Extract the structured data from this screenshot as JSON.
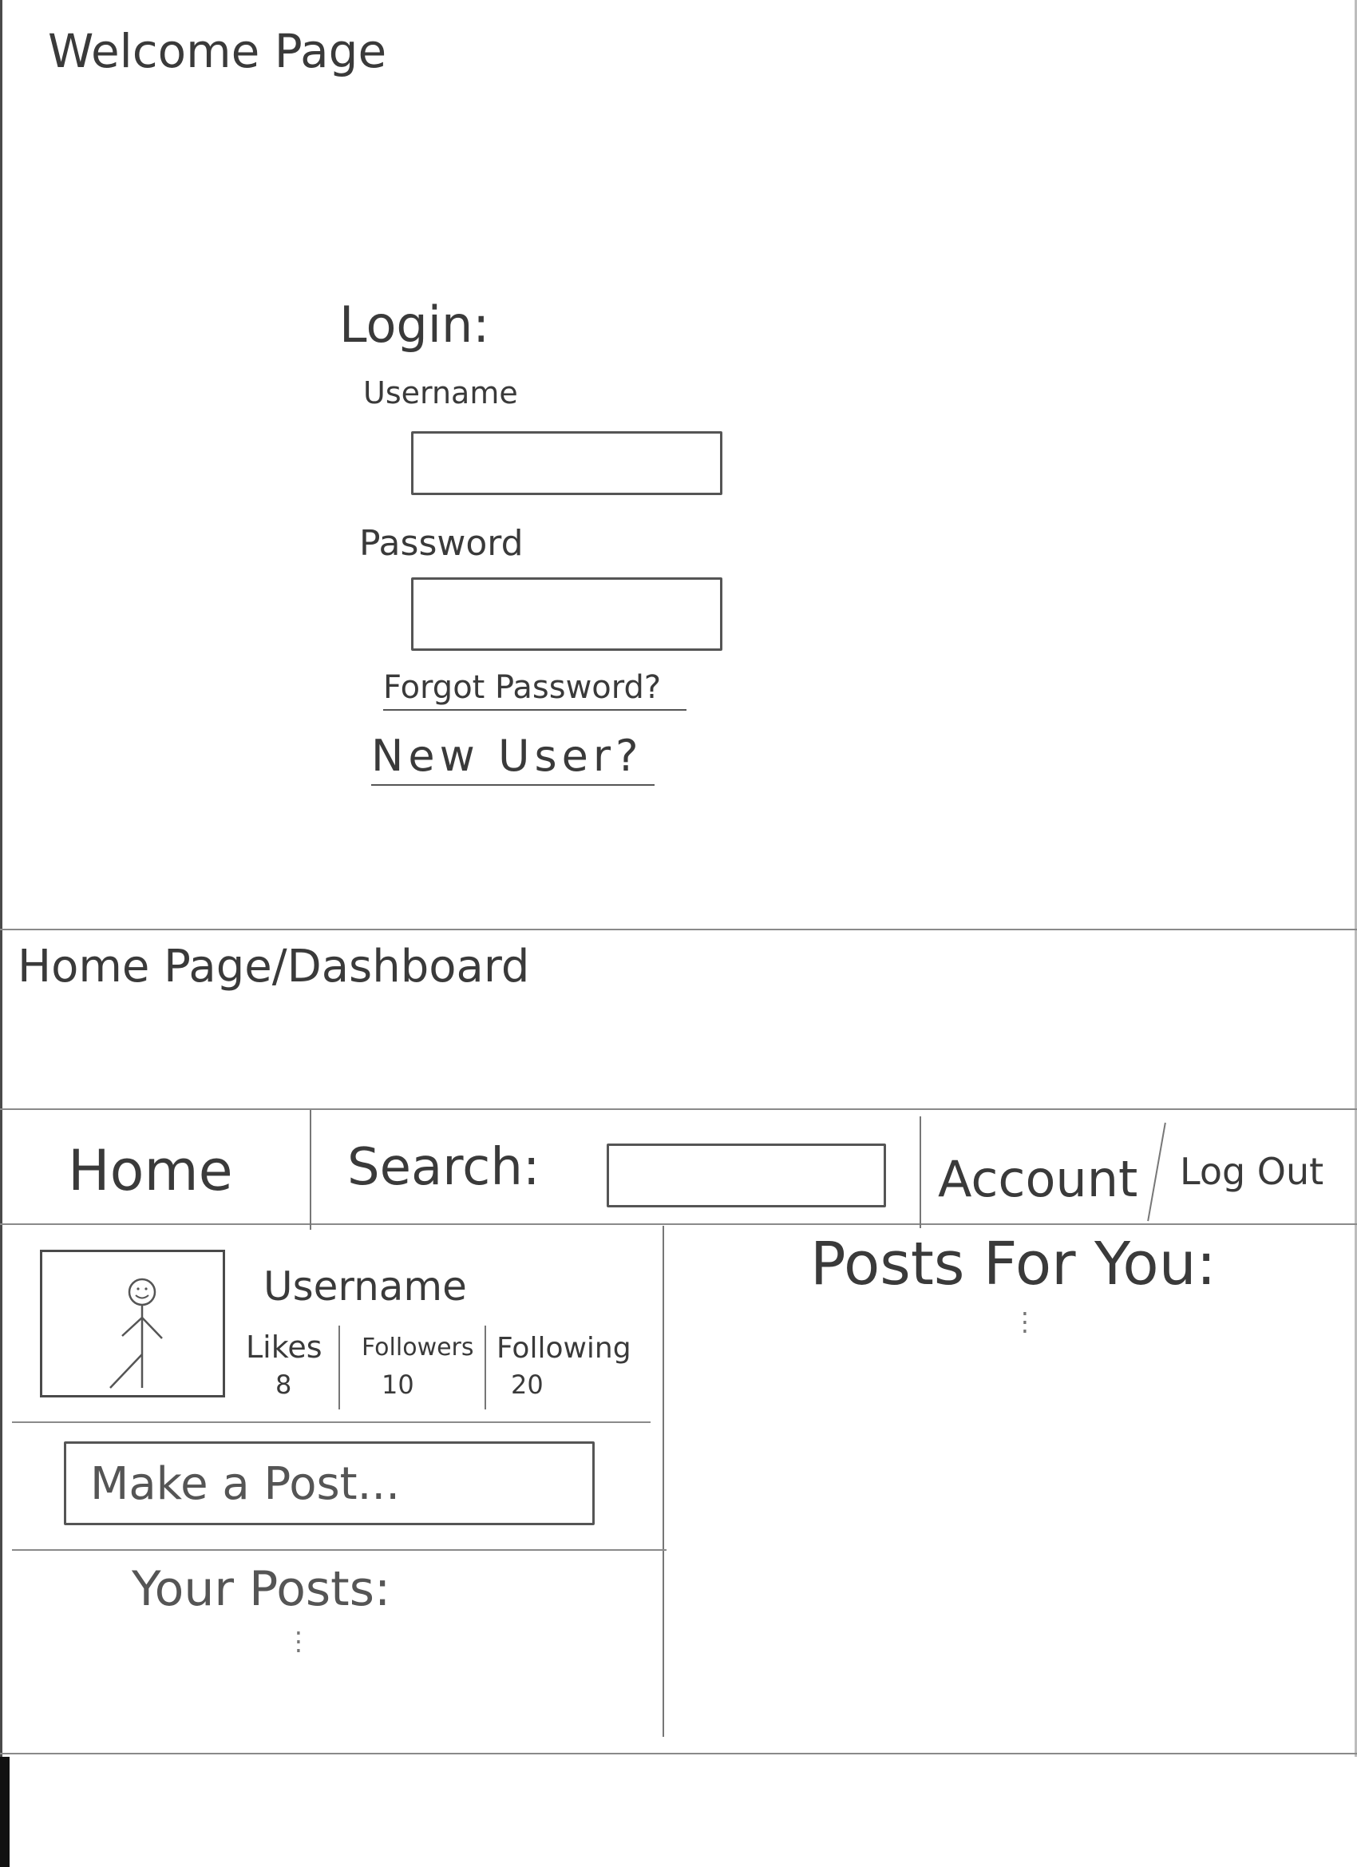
{
  "welcome": {
    "title": "Welcome Page",
    "login_heading": "Login:",
    "username_label": "Username",
    "password_label": "Password",
    "forgot_password": "Forgot Password?",
    "new_user": "New User?"
  },
  "dashboard": {
    "title": "Home Page/Dashboard",
    "nav": {
      "home": "Home",
      "search_label": "Search:",
      "account": "Account",
      "logout": "Log Out"
    },
    "profile": {
      "username": "Username",
      "stats": [
        {
          "label": "Likes",
          "value": "8"
        },
        {
          "label": "Followers",
          "value": "10"
        },
        {
          "label": "Following",
          "value": "20"
        }
      ]
    },
    "make_post_placeholder": "Make a Post...",
    "your_posts": "Your Posts:",
    "posts_for_you": "Posts For You:"
  }
}
